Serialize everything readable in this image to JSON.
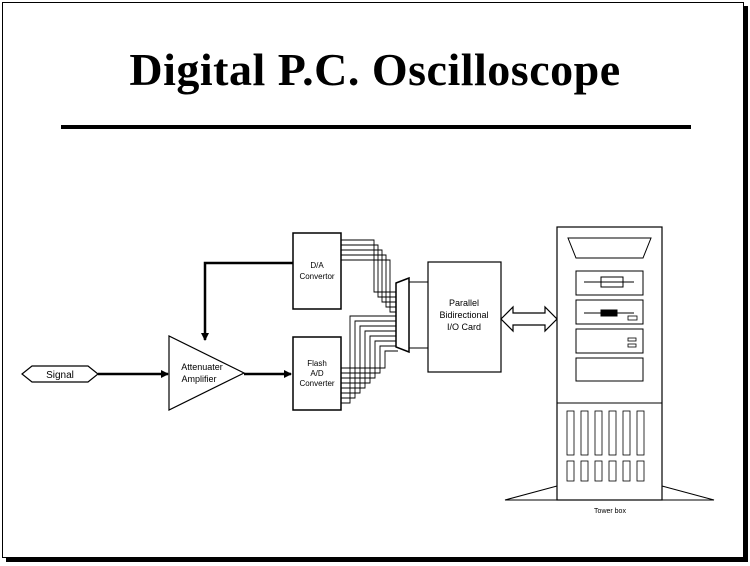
{
  "title": "Digital P.C. Oscilloscope",
  "blocks": {
    "signal": "Signal",
    "amplifier": [
      "Attenuater",
      "Amplifier"
    ],
    "da_converter": [
      "D/A",
      "Convertor"
    ],
    "ad_converter": [
      "Flash",
      "A/D",
      "Converter"
    ],
    "io_card": [
      "Parallel",
      "Bidirectional",
      "I/O Card"
    ],
    "tower": "Tower box"
  }
}
